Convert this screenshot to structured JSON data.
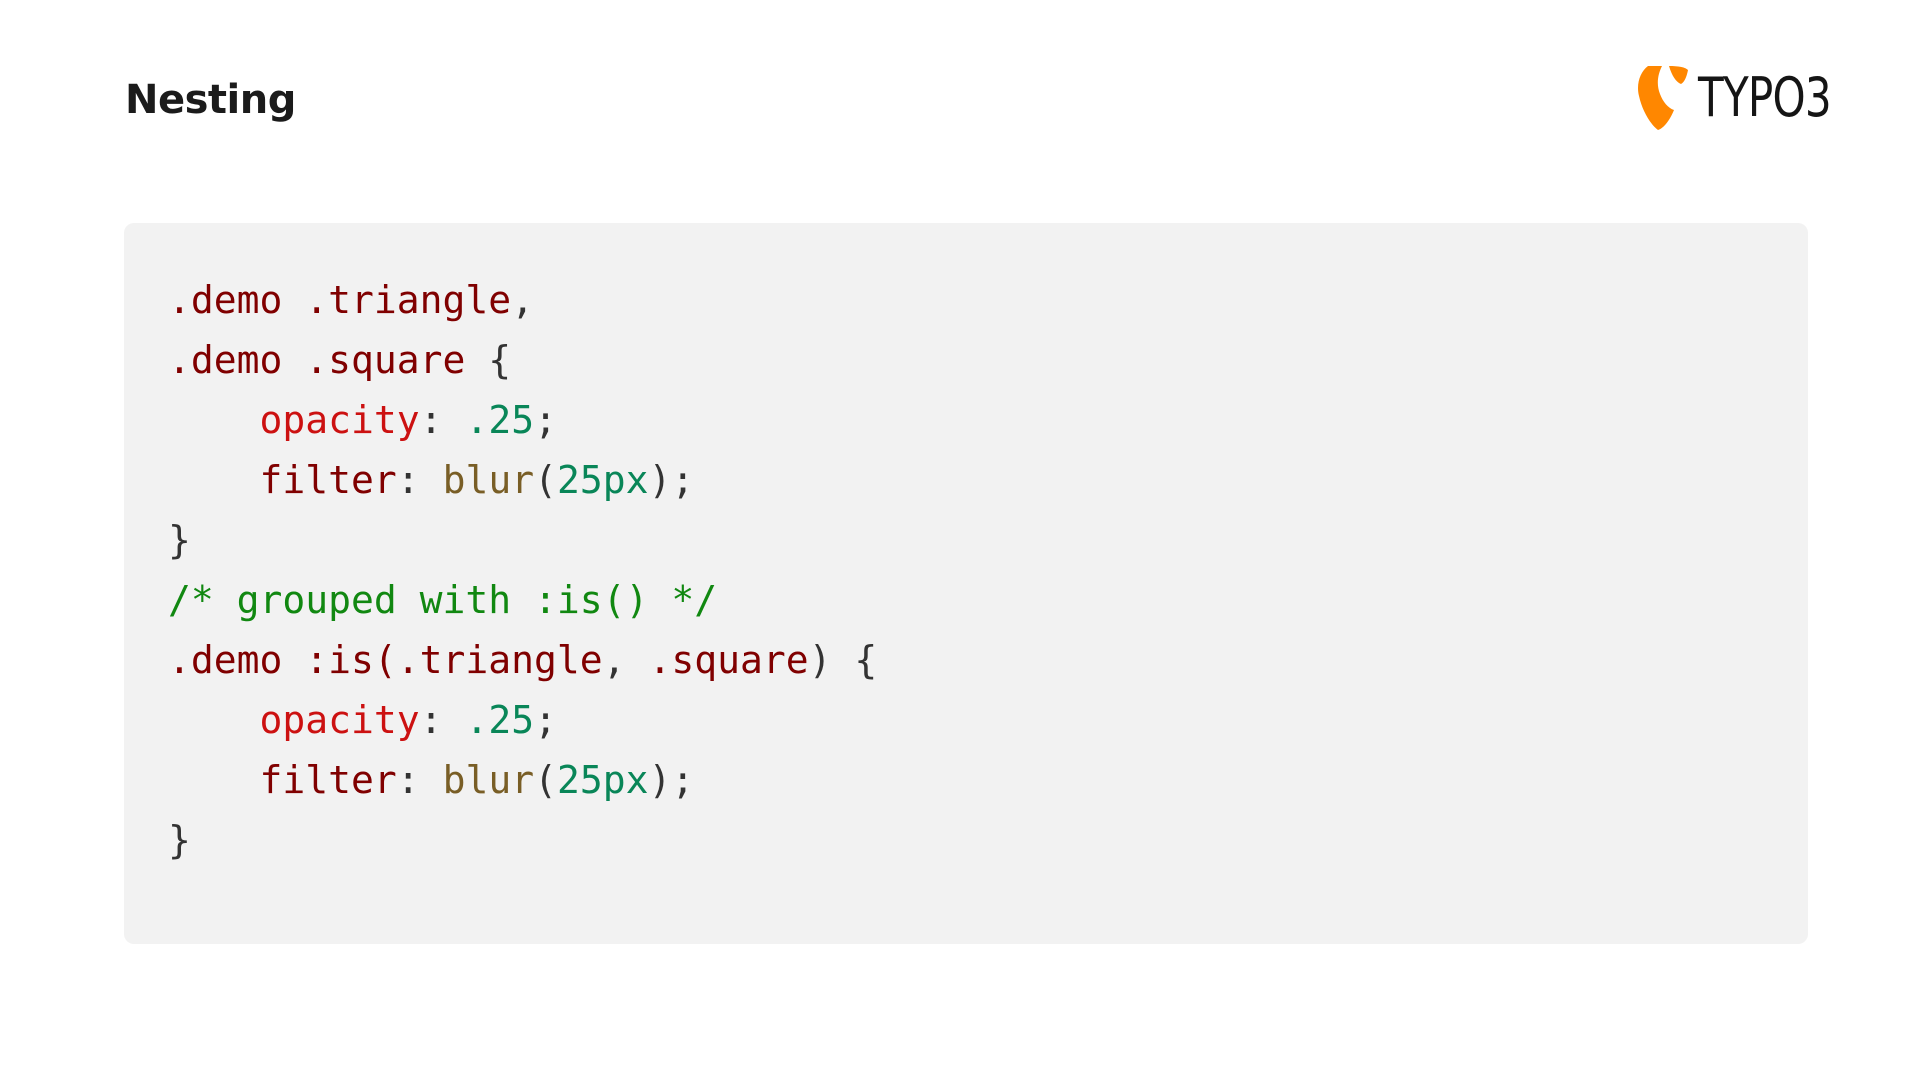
{
  "slide": {
    "title": "Nesting"
  },
  "logo": {
    "text": "TYPO3",
    "brand_color": "#ff8700",
    "icon": "typo3-logo-icon"
  },
  "code": {
    "language": "css",
    "lines": [
      {
        "tokens": [
          {
            "t": ".demo .triangle",
            "k": "sel"
          },
          {
            "t": ",",
            "k": "punc"
          }
        ]
      },
      {
        "tokens": [
          {
            "t": ".demo .square",
            "k": "sel"
          },
          {
            "t": " {",
            "k": "punc"
          }
        ]
      },
      {
        "tokens": [
          {
            "t": "    ",
            "k": "punc"
          },
          {
            "t": "opacity",
            "k": "prop"
          },
          {
            "t": ": ",
            "k": "punc"
          },
          {
            "t": ".25",
            "k": "num"
          },
          {
            "t": ";",
            "k": "punc"
          }
        ]
      },
      {
        "tokens": [
          {
            "t": "    ",
            "k": "punc"
          },
          {
            "t": "filter",
            "k": "prop2"
          },
          {
            "t": ": ",
            "k": "punc"
          },
          {
            "t": "blur",
            "k": "fn"
          },
          {
            "t": "(",
            "k": "punc"
          },
          {
            "t": "25px",
            "k": "num"
          },
          {
            "t": ");",
            "k": "punc"
          }
        ]
      },
      {
        "tokens": [
          {
            "t": "}",
            "k": "punc"
          }
        ]
      },
      {
        "tokens": [
          {
            "t": "/* grouped with :is() */",
            "k": "com"
          }
        ]
      },
      {
        "tokens": [
          {
            "t": ".demo :is(.triangle",
            "k": "sel"
          },
          {
            "t": ", ",
            "k": "punc"
          },
          {
            "t": ".square",
            "k": "sel"
          },
          {
            "t": ") {",
            "k": "punc"
          }
        ]
      },
      {
        "tokens": [
          {
            "t": "    ",
            "k": "punc"
          },
          {
            "t": "opacity",
            "k": "prop"
          },
          {
            "t": ": ",
            "k": "punc"
          },
          {
            "t": ".25",
            "k": "num"
          },
          {
            "t": ";",
            "k": "punc"
          }
        ]
      },
      {
        "tokens": [
          {
            "t": "    ",
            "k": "punc"
          },
          {
            "t": "filter",
            "k": "prop2"
          },
          {
            "t": ": ",
            "k": "punc"
          },
          {
            "t": "blur",
            "k": "fn"
          },
          {
            "t": "(",
            "k": "punc"
          },
          {
            "t": "25px",
            "k": "num"
          },
          {
            "t": ");",
            "k": "punc"
          }
        ]
      },
      {
        "tokens": [
          {
            "t": "}",
            "k": "punc"
          }
        ]
      }
    ],
    "colors": {
      "background": "#f2f2f2",
      "selector": "#800000",
      "property": "#cc1111",
      "number": "#098658",
      "function": "#795e26",
      "comment": "#118811",
      "punctuation": "#333333"
    }
  }
}
